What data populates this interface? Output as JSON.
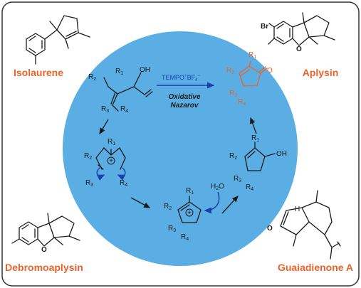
{
  "natural_products": {
    "isolaurene": "Isolaurene",
    "aplysin": "Aplysin",
    "aplysin_br": "Br",
    "aplysin_o": "O",
    "debromoaplysin": "Debromoaplysin",
    "debromoaplysin_o": "O",
    "guaiadienone": "Guaiadienone A",
    "guaiadienone_o": "O",
    "guaiadienone_h": "H"
  },
  "cycle": {
    "reagent": {
      "main": "TEMPO",
      "charge": "+",
      "anion": "BF",
      "sub": "4",
      "anion_charge": "−"
    },
    "reaction_name_1": "Oxidative",
    "reaction_name_2": "Nazarov",
    "dienol": {
      "r1": "R",
      "r1_sub": "1",
      "r2": "R",
      "r2_sub": "2",
      "r3": "R",
      "r3_sub": "3",
      "r4": "R",
      "r4_sub": "4",
      "oh": "OH"
    },
    "product": {
      "r1": "R",
      "r1_sub": "1",
      "r2": "R",
      "r2_sub": "2",
      "r3": "R",
      "r3_sub": "3",
      "r4": "R",
      "r4_sub": "4",
      "o": "O"
    },
    "pentadienyl": {
      "r1": "R",
      "r1_sub": "1",
      "r2": "R",
      "r2_sub": "2",
      "r3": "R",
      "r3_sub": "3",
      "r4": "R",
      "r4_sub": "4",
      "charge": "+"
    },
    "cyclopentenyl": {
      "r1": "R",
      "r1_sub": "1",
      "r2": "R",
      "r2_sub": "2",
      "r3": "R",
      "r3_sub": "3",
      "r4": "R",
      "r4_sub": "4",
      "charge": "+"
    },
    "water": {
      "h": "H",
      "sub": "2",
      "o": "O"
    },
    "alcohol": {
      "r1": "R",
      "r1_sub": "1",
      "r2": "R",
      "r2_sub": "2",
      "r3": "R",
      "r3_sub": "3",
      "r4": "R",
      "r4_sub": "4",
      "oh": "OH"
    }
  },
  "colors": {
    "disc": "#5aaee3",
    "natural_product_label": "#e8642c",
    "product": "#e8642c",
    "reagent_arrow": "#1c3fae"
  }
}
